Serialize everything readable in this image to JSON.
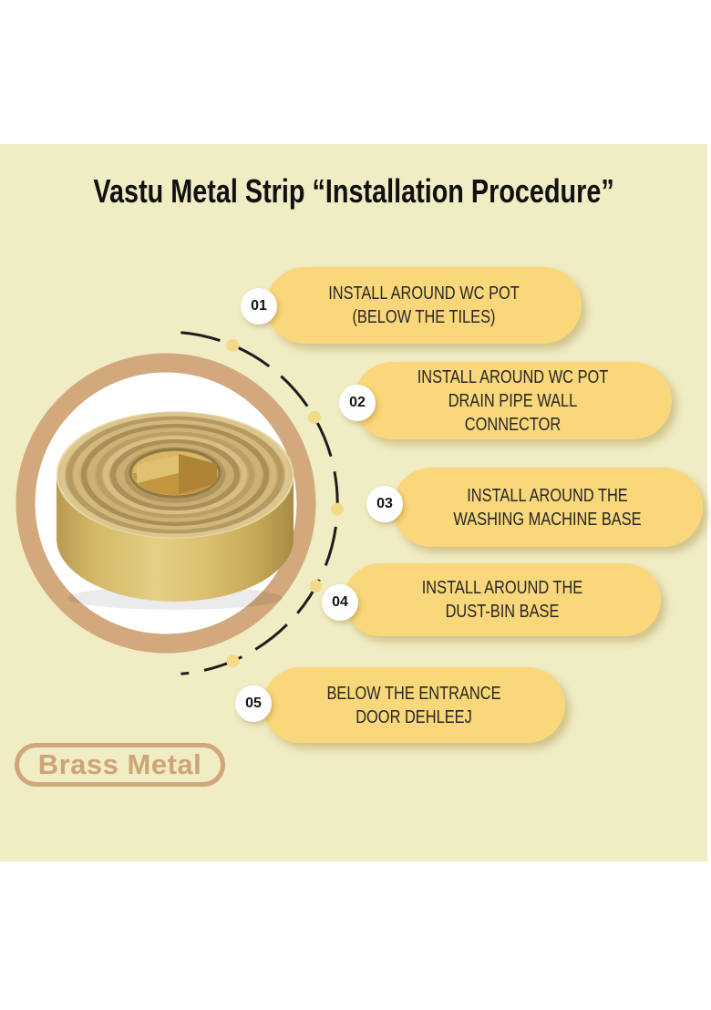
{
  "title": "Vastu Metal Strip “Installation Procedure”",
  "steps": [
    {
      "number": "01",
      "text": "INSTALL AROUND WC POT\n(BELOW THE TILES)"
    },
    {
      "number": "02",
      "text": "INSTALL AROUND WC POT\nDRAIN PIPE WALL\nCONNECTOR"
    },
    {
      "number": "03",
      "text": "INSTALL AROUND THE\nWASHING MACHINE BASE"
    },
    {
      "number": "04",
      "text": "INSTALL AROUND THE\nDUST-BIN BASE"
    },
    {
      "number": "05",
      "text": "BELOW THE ENTRANCE\nDOOR DEHLEEJ"
    }
  ],
  "brand": {
    "label": "Brass Metal"
  },
  "colors": {
    "background_cream": "#f0ecc4",
    "pill_yellow": "#fad77a",
    "tan_accent": "#d0a67a",
    "badge_white": "#fefefe",
    "arc_black": "#1c1c1c",
    "connector_dot_yellow": "#f4da88",
    "text_dark": "#262626"
  }
}
